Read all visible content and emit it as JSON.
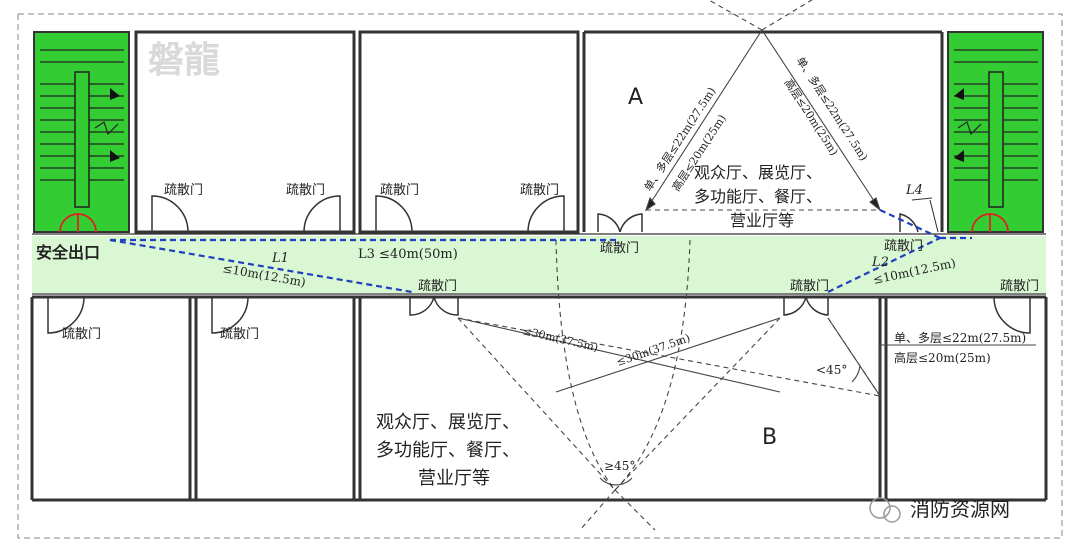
{
  "watermark_logo": "磐龍",
  "exit_label": "安全出口",
  "door_label": "疏散门",
  "room_a": {
    "letter": "A",
    "function_lines": [
      "观众厅、展览厅、",
      "多功能厅、餐厅、",
      "营业厅等"
    ],
    "left_dim_line1": "单、多层≤22m(27.5m)",
    "left_dim_line2": "高层≤20m(25m)",
    "right_dim_line1": "单、多层≤22m(27.5m)",
    "right_dim_line2": "高层≤20m(25m)"
  },
  "room_b": {
    "letter": "B",
    "function_lines": [
      "观众厅、展览厅、",
      "多功能厅、餐厅、",
      "营业厅等"
    ],
    "diag1": "≤30m(37.5m)",
    "diag2": "≤30m(37.5m)",
    "angle_bottom": "≥45°",
    "angle_right": "<45°",
    "right_note_line1": "单、多层≤22m(27.5m)",
    "right_note_line2": "高层≤20m(25m)"
  },
  "l1": {
    "name": "L1",
    "value": "≤10m(12.5m)"
  },
  "l2": {
    "name": "L2",
    "value": "≤10m(12.5m)"
  },
  "l3": {
    "label": "L3 ≤40m(50m)"
  },
  "l4": {
    "name": "L4"
  },
  "brand": {
    "name": "消防资源网"
  },
  "colors": {
    "stair_green": "#33cc33",
    "corridor_green": "#d9f7d2",
    "route_blue": "#1f3fbf",
    "wall": "#333333",
    "door_red": "#e02020"
  }
}
